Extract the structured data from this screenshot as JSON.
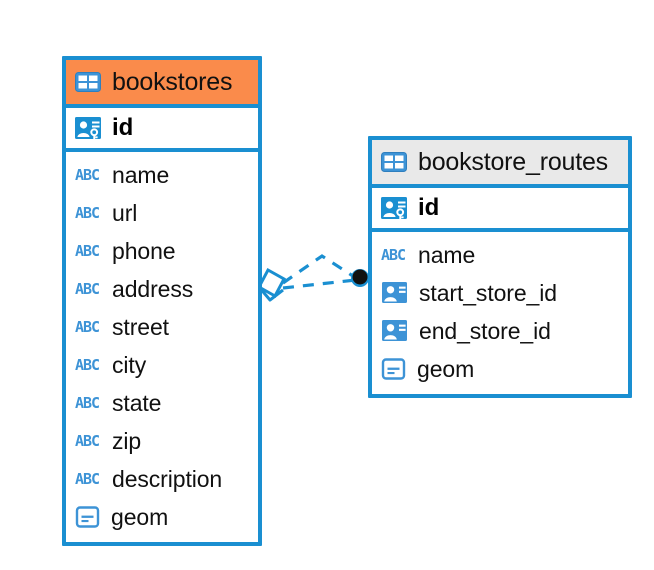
{
  "diagram": {
    "type": "entity-relationship-diagram",
    "background": "#ffffff",
    "accent_blue": "#1a8fd1",
    "header_orange": "#fa8b4b",
    "header_grey": "#e9e9e9"
  },
  "tables": [
    {
      "name": "bookstores",
      "header_style": "accent-orange",
      "table_icon": "table-icon",
      "primary_key": {
        "label": "id",
        "icon": "primary-key-icon"
      },
      "fields": [
        {
          "label": "name",
          "icon": "abc-text-icon",
          "type": "text"
        },
        {
          "label": "url",
          "icon": "abc-text-icon",
          "type": "text"
        },
        {
          "label": "phone",
          "icon": "abc-text-icon",
          "type": "text"
        },
        {
          "label": "address",
          "icon": "abc-text-icon",
          "type": "text"
        },
        {
          "label": "street",
          "icon": "abc-text-icon",
          "type": "text"
        },
        {
          "label": "city",
          "icon": "abc-text-icon",
          "type": "text"
        },
        {
          "label": "state",
          "icon": "abc-text-icon",
          "type": "text"
        },
        {
          "label": "zip",
          "icon": "abc-text-icon",
          "type": "text"
        },
        {
          "label": "description",
          "icon": "abc-text-icon",
          "type": "text"
        },
        {
          "label": "geom",
          "icon": "geometry-icon",
          "type": "geometry"
        }
      ]
    },
    {
      "name": "bookstore_routes",
      "header_style": "accent-grey",
      "table_icon": "table-icon",
      "primary_key": {
        "label": "id",
        "icon": "primary-key-icon"
      },
      "fields": [
        {
          "label": "name",
          "icon": "abc-text-icon",
          "type": "text"
        },
        {
          "label": "start_store_id",
          "icon": "foreign-key-icon",
          "type": "foreign-key"
        },
        {
          "label": "end_store_id",
          "icon": "foreign-key-icon",
          "type": "foreign-key"
        },
        {
          "label": "geom",
          "icon": "geometry-icon",
          "type": "geometry"
        }
      ]
    }
  ],
  "relationship": {
    "style": "dashed",
    "color": "#1a8fd1",
    "source_marker": "diamond-marker",
    "target_marker": "filled-circle-marker",
    "branches": 2
  }
}
